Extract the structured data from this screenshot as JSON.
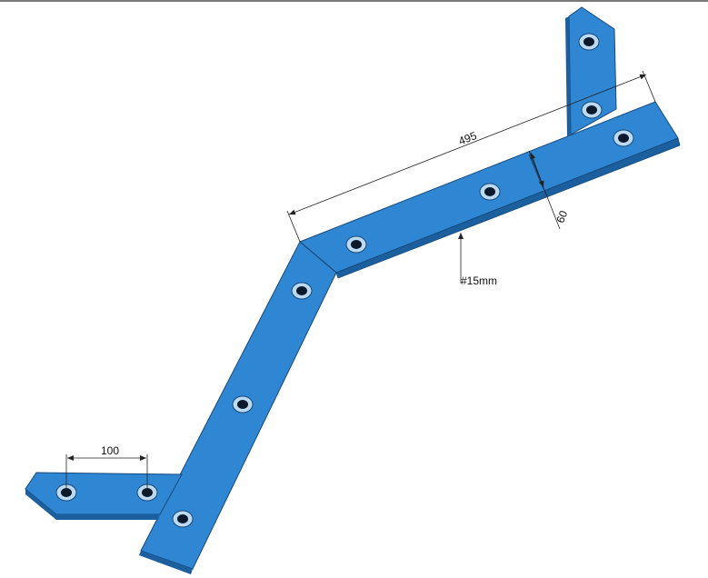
{
  "drawing": {
    "dimensions": {
      "hole_spacing": "100",
      "long_arm_length": "495",
      "bar_width": "60",
      "thickness_note": "#15mm"
    },
    "colors": {
      "bar_top": "#2f86d3",
      "bar_side": "#1c5f9e",
      "bar_dark": "#15497a",
      "hole_rim": "#bcd9f2",
      "hole_inner": "#0a1a2a",
      "dimension_line": "#222222"
    }
  }
}
